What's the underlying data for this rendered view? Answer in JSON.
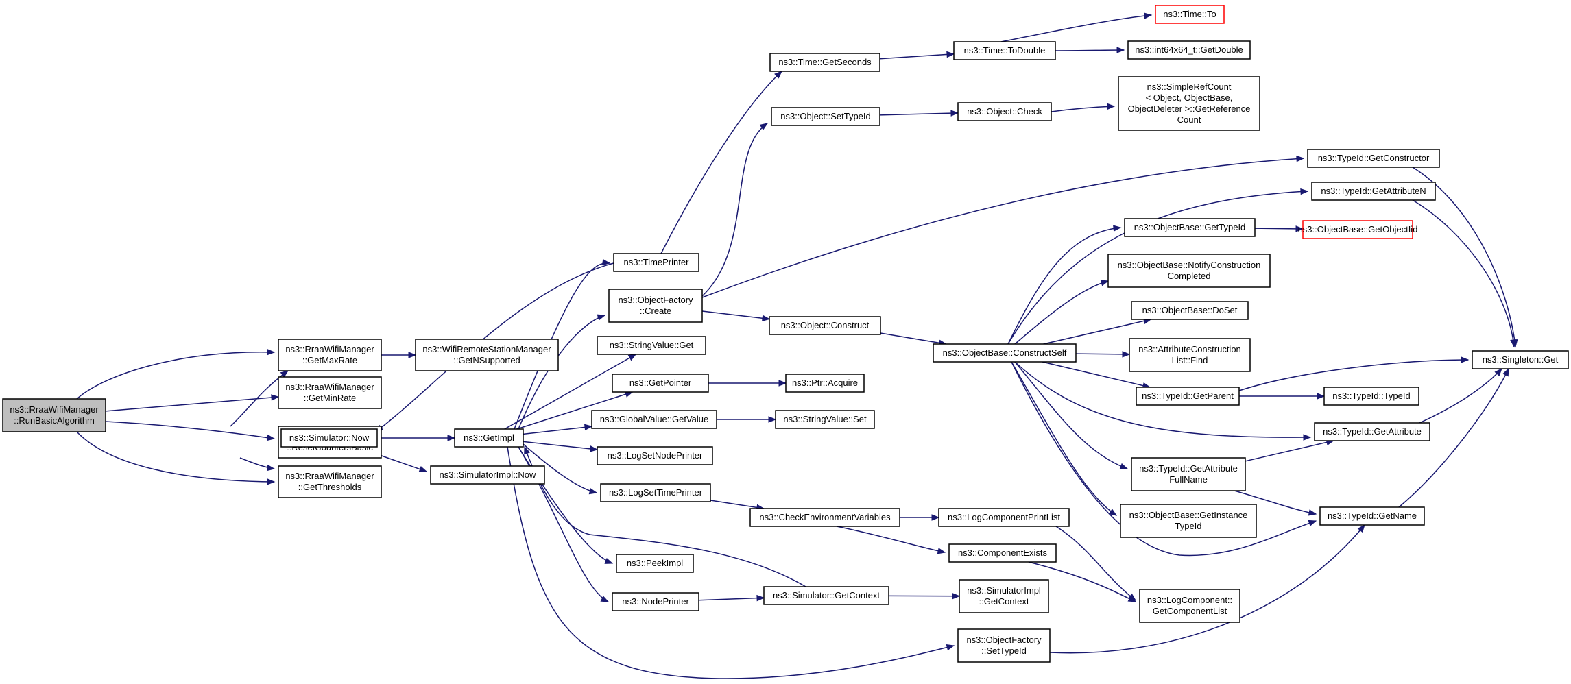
{
  "nodes": [
    {
      "id": "root",
      "lines": [
        "ns3::RraaWifiManager",
        "::RunBasicAlgorithm"
      ]
    },
    {
      "id": "getmaxrate",
      "lines": [
        "ns3::RraaWifiManager",
        "::GetMaxRate"
      ]
    },
    {
      "id": "getminrate",
      "lines": [
        "ns3::RraaWifiManager",
        "::GetMinRate"
      ]
    },
    {
      "id": "resetcounters",
      "lines": [
        "ns3::RraaWifiManager",
        "::ResetCountersBasic"
      ]
    },
    {
      "id": "getthresholds",
      "lines": [
        "ns3::RraaWifiManager",
        "::GetThresholds"
      ]
    },
    {
      "id": "getnsupported",
      "lines": [
        "ns3::WifiRemoteStationManager",
        "::GetNSupported"
      ]
    },
    {
      "id": "simnow",
      "lines": [
        "ns3::Simulator::Now"
      ]
    },
    {
      "id": "simimplnow",
      "lines": [
        "ns3::SimulatorImpl::Now"
      ]
    },
    {
      "id": "getimpl",
      "lines": [
        "ns3::GetImpl"
      ]
    },
    {
      "id": "timeprinter",
      "lines": [
        "ns3::TimePrinter"
      ]
    },
    {
      "id": "objfactorycreate",
      "lines": [
        "ns3::ObjectFactory",
        "::Create"
      ]
    },
    {
      "id": "stringvalueget",
      "lines": [
        "ns3::StringValue::Get"
      ]
    },
    {
      "id": "getpointer",
      "lines": [
        "ns3::GetPointer"
      ]
    },
    {
      "id": "globalvalueget",
      "lines": [
        "ns3::GlobalValue::GetValue"
      ]
    },
    {
      "id": "logsetnodeprinter",
      "lines": [
        "ns3::LogSetNodePrinter"
      ]
    },
    {
      "id": "logsettimeprinter",
      "lines": [
        "ns3::LogSetTimePrinter"
      ]
    },
    {
      "id": "peekimpl",
      "lines": [
        "ns3::PeekImpl"
      ]
    },
    {
      "id": "nodeprinter",
      "lines": [
        "ns3::NodePrinter"
      ]
    },
    {
      "id": "timegetseconds",
      "lines": [
        "ns3::Time::GetSeconds"
      ]
    },
    {
      "id": "objsettypeid",
      "lines": [
        "ns3::Object::SetTypeId"
      ]
    },
    {
      "id": "objconstruct",
      "lines": [
        "ns3::Object::Construct"
      ]
    },
    {
      "id": "ptracquire",
      "lines": [
        "ns3::Ptr::Acquire"
      ]
    },
    {
      "id": "stringvalueset",
      "lines": [
        "ns3::StringValue::Set"
      ]
    },
    {
      "id": "checkenv",
      "lines": [
        "ns3::CheckEnvironmentVariables"
      ]
    },
    {
      "id": "simgetcontext",
      "lines": [
        "ns3::Simulator::GetContext"
      ]
    },
    {
      "id": "timetodouble",
      "lines": [
        "ns3::Time::ToDouble"
      ]
    },
    {
      "id": "objcheck",
      "lines": [
        "ns3::Object::Check"
      ]
    },
    {
      "id": "objbaseconstructself",
      "lines": [
        "ns3::ObjectBase::ConstructSelf"
      ]
    },
    {
      "id": "logcomponentprintlist",
      "lines": [
        "ns3::LogComponentPrintList"
      ]
    },
    {
      "id": "componentexists",
      "lines": [
        "ns3::ComponentExists"
      ]
    },
    {
      "id": "simimplgetcontext",
      "lines": [
        "ns3::SimulatorImpl",
        "::GetContext"
      ]
    },
    {
      "id": "objfactorysettypeid",
      "lines": [
        "ns3::ObjectFactory",
        "::SetTypeId"
      ]
    },
    {
      "id": "timeto",
      "lines": [
        "ns3::Time::To"
      ]
    },
    {
      "id": "int64getdouble",
      "lines": [
        "ns3::int64x64_t::GetDouble"
      ]
    },
    {
      "id": "simplerefcount",
      "lines": [
        "ns3::SimpleRefCount",
        "< Object, ObjectBase,",
        "ObjectDeleter >::GetReference",
        "Count"
      ]
    },
    {
      "id": "objbasegettypeid",
      "lines": [
        "ns3::ObjectBase::GetTypeId"
      ]
    },
    {
      "id": "objbasenotify",
      "lines": [
        "ns3::ObjectBase::NotifyConstruction",
        "Completed"
      ]
    },
    {
      "id": "objbasedoset",
      "lines": [
        "ns3::ObjectBase::DoSet"
      ]
    },
    {
      "id": "attrconstructionfind",
      "lines": [
        "ns3::AttributeConstruction",
        "List::Find"
      ]
    },
    {
      "id": "typeidgetparent",
      "lines": [
        "ns3::TypeId::GetParent"
      ]
    },
    {
      "id": "typeidgetattrfullname",
      "lines": [
        "ns3::TypeId::GetAttribute",
        "FullName"
      ]
    },
    {
      "id": "objbasegetinstancetypeid",
      "lines": [
        "ns3::ObjectBase::GetInstance",
        "TypeId"
      ]
    },
    {
      "id": "logcomponentgetlist",
      "lines": [
        "ns3::LogComponent::",
        "GetComponentList"
      ]
    },
    {
      "id": "objbasegetobjectiid",
      "lines": [
        "ns3::ObjectBase::GetObjectIid"
      ]
    },
    {
      "id": "typeidgetconstructor",
      "lines": [
        "ns3::TypeId::GetConstructor"
      ]
    },
    {
      "id": "typeidgetattributen",
      "lines": [
        "ns3::TypeId::GetAttributeN"
      ]
    },
    {
      "id": "singletonget",
      "lines": [
        "ns3::Singleton::Get"
      ]
    },
    {
      "id": "typeidtypeid",
      "lines": [
        "ns3::TypeId::TypeId"
      ]
    },
    {
      "id": "typeidgetattribute",
      "lines": [
        "ns3::TypeId::GetAttribute"
      ]
    },
    {
      "id": "typeidgetname",
      "lines": [
        "ns3::TypeId::GetName"
      ]
    }
  ],
  "edges": [
    [
      "root",
      "getmaxrate"
    ],
    [
      "root",
      "getminrate"
    ],
    [
      "root",
      "resetcounters"
    ],
    [
      "root",
      "getthresholds"
    ],
    [
      "getmaxrate",
      "getnsupported"
    ],
    [
      "resetcounters",
      "getmaxrate"
    ],
    [
      "resetcounters",
      "simnow"
    ],
    [
      "resetcounters",
      "getthresholds"
    ],
    [
      "simnow",
      "getimpl"
    ],
    [
      "simnow",
      "simimplnow"
    ],
    [
      "getimpl",
      "timeprinter"
    ],
    [
      "getimpl",
      "objfactorycreate"
    ],
    [
      "getimpl",
      "stringvalueget"
    ],
    [
      "getimpl",
      "getpointer"
    ],
    [
      "getimpl",
      "globalvalueget"
    ],
    [
      "getimpl",
      "logsetnodeprinter"
    ],
    [
      "getimpl",
      "logsettimeprinter"
    ],
    [
      "getimpl",
      "peekimpl"
    ],
    [
      "getimpl",
      "nodeprinter"
    ],
    [
      "getimpl",
      "objfactorysettypeid"
    ],
    [
      "timeprinter",
      "simnow"
    ],
    [
      "timeprinter",
      "timegetseconds"
    ],
    [
      "objfactorycreate",
      "objsettypeid"
    ],
    [
      "objfactorycreate",
      "objconstruct"
    ],
    [
      "objfactorycreate",
      "typeidgetconstructor"
    ],
    [
      "getpointer",
      "ptracquire"
    ],
    [
      "globalvalueget",
      "stringvalueset"
    ],
    [
      "logsettimeprinter",
      "checkenv"
    ],
    [
      "nodeprinter",
      "simgetcontext"
    ],
    [
      "simgetcontext",
      "getimpl"
    ],
    [
      "simgetcontext",
      "simimplgetcontext"
    ],
    [
      "timegetseconds",
      "timetodouble"
    ],
    [
      "timetodouble",
      "timeto"
    ],
    [
      "timetodouble",
      "int64getdouble"
    ],
    [
      "objsettypeid",
      "objcheck"
    ],
    [
      "objcheck",
      "simplerefcount"
    ],
    [
      "objconstruct",
      "objbaseconstructself"
    ],
    [
      "checkenv",
      "logcomponentprintlist"
    ],
    [
      "checkenv",
      "componentexists"
    ],
    [
      "logcomponentprintlist",
      "logcomponentgetlist"
    ],
    [
      "componentexists",
      "logcomponentgetlist"
    ],
    [
      "objbaseconstructself",
      "objbasegettypeid"
    ],
    [
      "objbaseconstructself",
      "objbasenotify"
    ],
    [
      "objbaseconstructself",
      "objbasedoset"
    ],
    [
      "objbaseconstructself",
      "attrconstructionfind"
    ],
    [
      "objbaseconstructself",
      "typeidgetparent"
    ],
    [
      "objbaseconstructself",
      "typeidgetattrfullname"
    ],
    [
      "objbaseconstructself",
      "objbasegetinstancetypeid"
    ],
    [
      "objbaseconstructself",
      "typeidgetattributen"
    ],
    [
      "objbaseconstructself",
      "typeidgetattribute"
    ],
    [
      "objbaseconstructself",
      "typeidgetname"
    ],
    [
      "objbasegettypeid",
      "objbasegetobjectiid"
    ],
    [
      "typeidgetparent",
      "typeidtypeid"
    ],
    [
      "typeidgetparent",
      "singletonget"
    ],
    [
      "typeidgetattrfullname",
      "typeidgetattribute"
    ],
    [
      "typeidgetattrfullname",
      "typeidgetname"
    ],
    [
      "typeidgetconstructor",
      "singletonget"
    ],
    [
      "typeidgetattributen",
      "singletonget"
    ],
    [
      "typeidgetattribute",
      "singletonget"
    ],
    [
      "typeidgetname",
      "singletonget"
    ],
    [
      "objfactorysettypeid",
      "typeidgetname"
    ]
  ],
  "colors": {
    "edge": "#191970",
    "root_fill": "#bfbfbf",
    "node_border": "#000000",
    "missing_border": "#ff0000"
  }
}
